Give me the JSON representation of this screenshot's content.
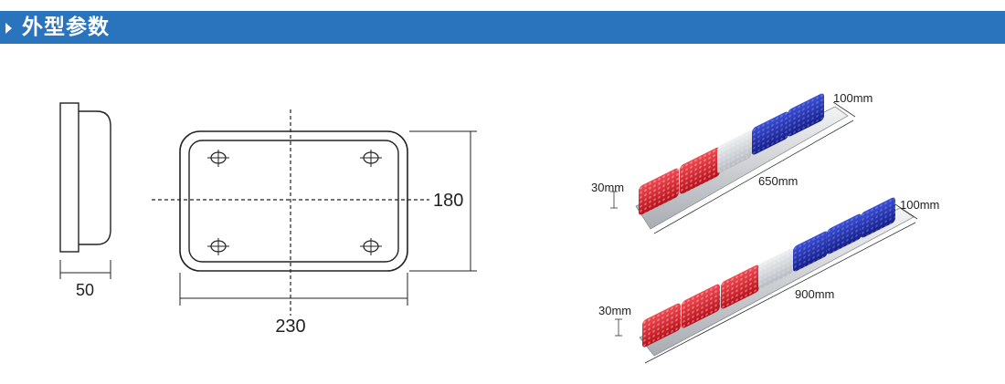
{
  "header": {
    "title": "外型参数"
  },
  "colors": {
    "banner": "#2a74be",
    "red_lens": "#d6202a",
    "blue_lens": "#1e2fb0",
    "clear_lens": "#d8dadc"
  },
  "side_view": {
    "width_label": "50"
  },
  "front_view": {
    "width_label": "230",
    "height_label": "180"
  },
  "bar_short": {
    "length_label": "650mm",
    "depth_label": "100mm",
    "height_label": "30mm"
  },
  "bar_long": {
    "length_label": "900mm",
    "depth_label": "100mm",
    "height_label": "30mm"
  }
}
